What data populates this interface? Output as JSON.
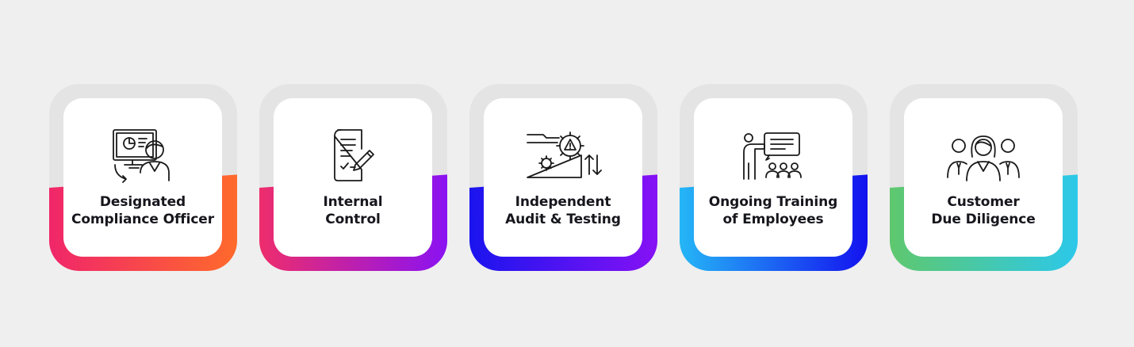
{
  "items": [
    {
      "line1": "Designated",
      "line2": "Compliance Officer",
      "icon": "presentation-officer-icon",
      "gradient": [
        "#f0266a",
        "#ff6a2b"
      ]
    },
    {
      "line1": "Internal",
      "line2": "Control",
      "icon": "document-checklist-pen-icon",
      "gradient": [
        "#ee2d6c",
        "#8a12f2"
      ]
    },
    {
      "line1": "Independent",
      "line2": "Audit & Testing",
      "icon": "folder-gear-warning-icon",
      "gradient": [
        "#1a14ee",
        "#8612f5"
      ]
    },
    {
      "line1": "Ongoing Training",
      "line2": "of Employees",
      "icon": "training-presentation-icon",
      "gradient": [
        "#25b6f6",
        "#1312ef"
      ]
    },
    {
      "line1": "Customer",
      "line2": "Due Diligence",
      "icon": "customer-group-icon",
      "gradient": [
        "#5fc86e",
        "#2cc8ea"
      ]
    }
  ]
}
